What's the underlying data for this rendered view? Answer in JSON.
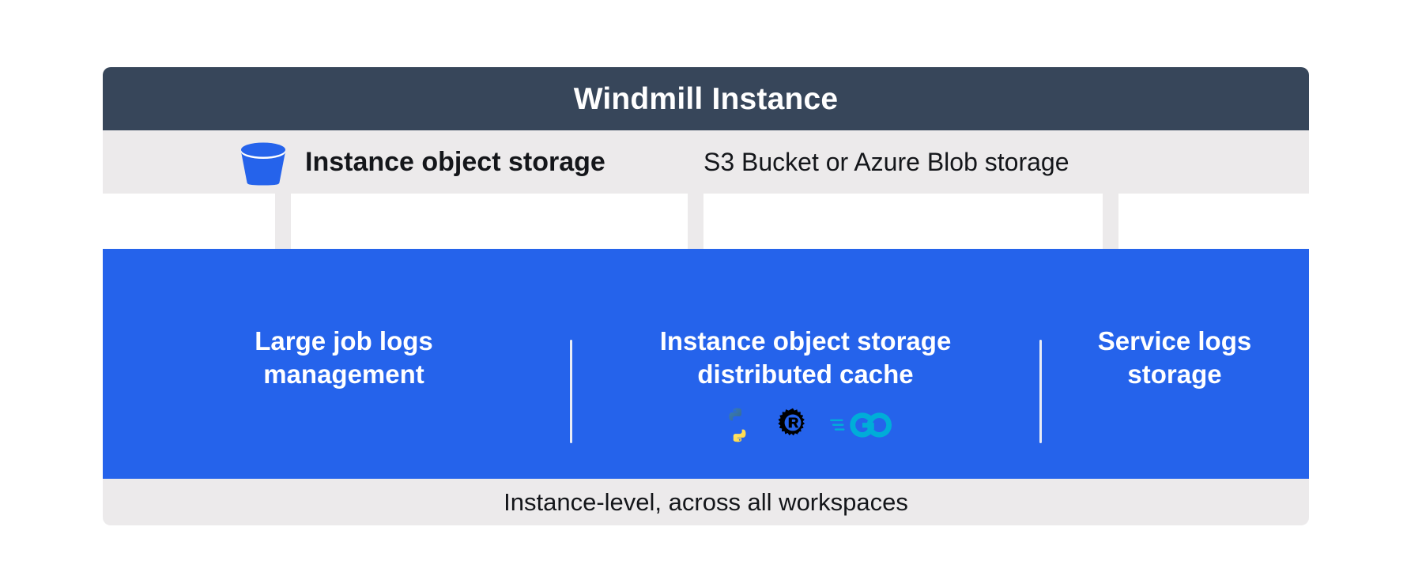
{
  "header": {
    "title": "Windmill Instance",
    "background_color": "#37465a",
    "text_color": "#ffffff"
  },
  "storage_row": {
    "icon": "s3-bucket-icon",
    "icon_color": "#2563eb",
    "title": "Instance object storage",
    "subtitle": "S3 Bucket or Azure Blob storage",
    "background_color": "#eceaeb"
  },
  "connectors": [
    {
      "name": "arrow-to-large-job-logs",
      "color": "#eceaeb"
    },
    {
      "name": "arrow-to-distributed-cache",
      "color": "#eceaeb"
    },
    {
      "name": "arrow-to-service-logs",
      "color": "#eceaeb"
    }
  ],
  "panel": {
    "background_color": "#2563eb",
    "divider_color": "#e8ecf6",
    "sections": [
      {
        "id": "large-job-logs-management",
        "title": "Large job logs\nmanagement",
        "languages": []
      },
      {
        "id": "instance-object-storage-distributed-cache",
        "title": "Instance object storage\ndistributed cache",
        "languages": [
          {
            "name": "python-icon",
            "label": "Python",
            "colors": [
              "#366994",
              "#ffd43b"
            ]
          },
          {
            "name": "rust-icon",
            "label": "Rust",
            "colors": [
              "#000000"
            ]
          },
          {
            "name": "go-icon",
            "label": "Go",
            "colors": [
              "#00add8"
            ]
          }
        ]
      },
      {
        "id": "service-logs-storage",
        "title": "Service logs\nstorage",
        "languages": []
      }
    ]
  },
  "footer": {
    "text": "Instance-level, across all workspaces",
    "background_color": "#eceaeb"
  }
}
